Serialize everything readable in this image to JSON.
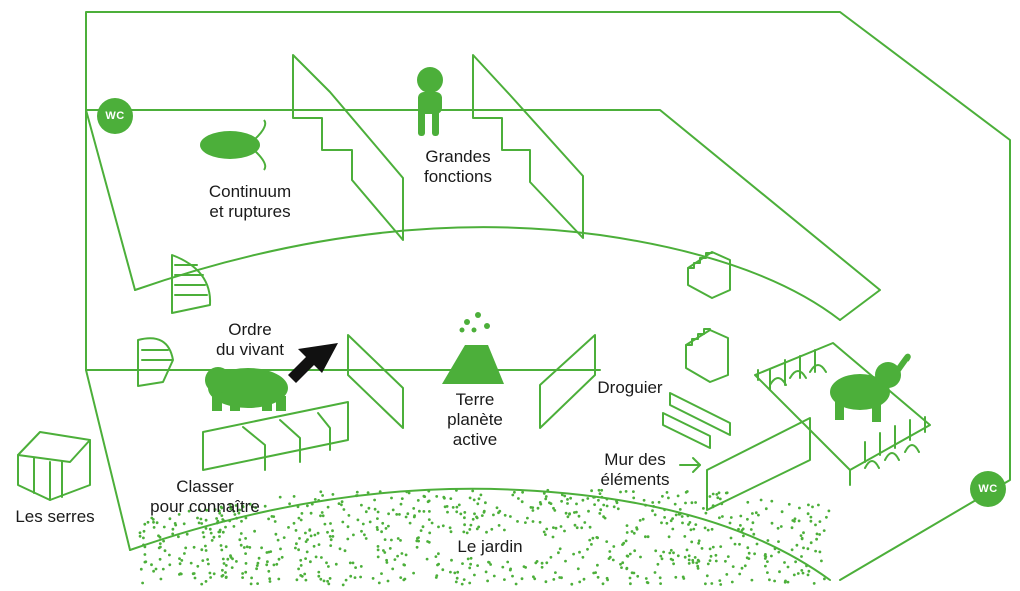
{
  "colors": {
    "accent": "#4caf3a",
    "text": "#1a1a1a",
    "arrow": "#111111"
  },
  "labels": {
    "continuum_1": "Continuum",
    "continuum_2": "et ruptures",
    "grandes_1": "Grandes",
    "grandes_2": "fonctions",
    "ordre_1": "Ordre",
    "ordre_2": "du vivant",
    "terre_1": "Terre",
    "terre_2": "planète",
    "terre_3": "active",
    "droguier": "Droguier",
    "mur_1": "Mur des",
    "mur_2": "éléments",
    "classer_1": "Classer",
    "classer_2": "pour connaître",
    "serres": "Les serres",
    "jardin": "Le jardin"
  },
  "wc": {
    "label": "WC"
  },
  "icons": [
    "wc-icon",
    "trilobite-icon",
    "primate-icon",
    "bear-icon",
    "volcano-icon",
    "elephant-icon",
    "staircase-icon",
    "greenhouse-icon",
    "arrow-icon"
  ]
}
